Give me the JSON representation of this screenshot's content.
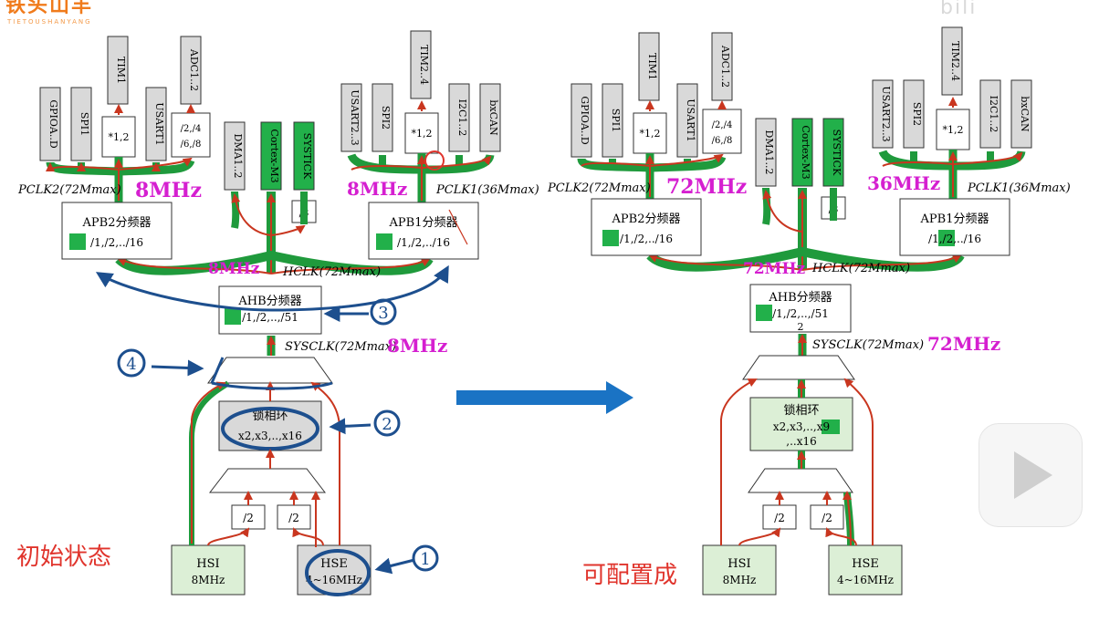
{
  "watermark": {
    "title": "铁头山羊",
    "subtitle": "TIETOUSHANYANG"
  },
  "top_corner_text": "bili",
  "left": {
    "caption": "初始状态",
    "apb2_prescaler": {
      "title": "APB2分频器",
      "options": "/1,/2,../16"
    },
    "apb1_prescaler": {
      "title": "APB1分频器",
      "options": "/1,/2,../16"
    },
    "ahb_prescaler": {
      "title": "AHB分频器",
      "options": "/1,/2,..,/51"
    },
    "pll": {
      "title": "锁相环",
      "options": "x2,x3,..,x16"
    },
    "hsi": {
      "name": "HSI",
      "freq": "8MHz"
    },
    "hse": {
      "name": "HSE",
      "freq": "4~16MHz"
    },
    "pclk2_freq": "8MHz",
    "pclk1_freq": "8MHz",
    "hclk_freq": "8MHz",
    "sysclk_freq": "8MHz",
    "steps": [
      "1",
      "2",
      "3",
      "4"
    ]
  },
  "right": {
    "caption": "可配置成",
    "apb2_prescaler": {
      "title": "APB2分频器",
      "options": "/1,/2,../16"
    },
    "apb1_prescaler": {
      "title": "APB1分频器",
      "options": "/1,/2,../16"
    },
    "ahb_prescaler": {
      "title": "AHB分频器",
      "options": "/1,/2,..,/51",
      "extra": "2"
    },
    "pll": {
      "title": "锁相环",
      "options_line1": "x2,x3,..,x9",
      "options_line2": ",..x16"
    },
    "hsi": {
      "name": "HSI",
      "freq": "8MHz"
    },
    "hse": {
      "name": "HSE",
      "freq": "4~16MHz"
    },
    "pclk2_freq": "72MHz",
    "pclk1_freq": "36MHz",
    "hclk_freq": "72MHz",
    "sysclk_freq": "72MHz"
  },
  "labels": {
    "pclk2": "PCLK2(72Mmax)",
    "pclk1": "PCLK1(36Mmax)",
    "hclk": "HCLK(72Mmax)",
    "sysclk": "SYSCLK(72Mmax)",
    "div2": "/2",
    "div8": "/8",
    "mul12": "*1,2",
    "adc_div": "/2,/4",
    "adc_div2": "/6,/8"
  },
  "peripherals_apb2": [
    "GPIOA..D",
    "SPI1",
    "TIM1",
    "USART1",
    "ADC1..2"
  ],
  "peripherals_ahb": [
    "DMA1..2",
    "Cortex-M3",
    "SYSTICK"
  ],
  "peripherals_apb1": [
    "USART2..3",
    "SPI2",
    "TIM2..4",
    "I2C1..2",
    "bxCAN"
  ],
  "colors": {
    "trace_red": "#c9361f",
    "trace_green": "#1f9a3c",
    "annot_blue": "#1d4f8e",
    "freq_magenta": "#d51fd0",
    "arrow_blue": "#1a73c4",
    "box_gray": "#d9d9d9",
    "box_green_light": "#dcefd6",
    "highlight_green": "#22b04a"
  }
}
